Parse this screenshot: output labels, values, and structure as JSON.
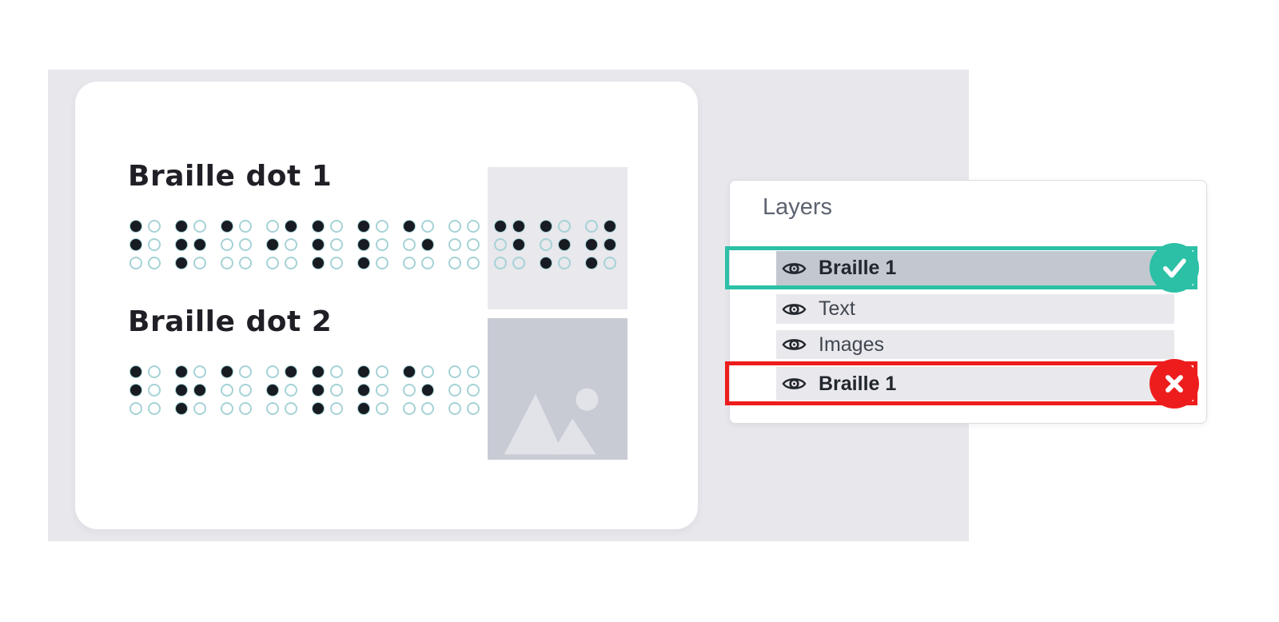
{
  "document": {
    "sections": [
      {
        "heading": "Braille dot 1",
        "braille_word": "braille dot",
        "cells": [
          {
            "letter": "b",
            "dots": [
              1,
              2
            ]
          },
          {
            "letter": "r",
            "dots": [
              1,
              2,
              3,
              5
            ]
          },
          {
            "letter": "a",
            "dots": [
              1
            ]
          },
          {
            "letter": "i",
            "dots": [
              2,
              4
            ]
          },
          {
            "letter": "l",
            "dots": [
              1,
              2,
              3
            ]
          },
          {
            "letter": "l",
            "dots": [
              1,
              2,
              3
            ]
          },
          {
            "letter": "e",
            "dots": [
              1,
              5
            ]
          },
          {
            "letter": " ",
            "dots": []
          },
          {
            "letter": "d",
            "dots": [
              1,
              4,
              5
            ]
          },
          {
            "letter": "o",
            "dots": [
              1,
              3,
              5
            ]
          },
          {
            "letter": "t",
            "dots": [
              2,
              3,
              4,
              5
            ]
          }
        ]
      },
      {
        "heading": "Braille dot 2",
        "braille_word": "braille",
        "cells": [
          {
            "letter": "b",
            "dots": [
              1,
              2
            ]
          },
          {
            "letter": "r",
            "dots": [
              1,
              2,
              3,
              5
            ]
          },
          {
            "letter": "a",
            "dots": [
              1
            ]
          },
          {
            "letter": "i",
            "dots": [
              2,
              4
            ]
          },
          {
            "letter": "l",
            "dots": [
              1,
              2,
              3
            ]
          },
          {
            "letter": "l",
            "dots": [
              1,
              2,
              3
            ]
          },
          {
            "letter": "e",
            "dots": [
              1,
              5
            ]
          },
          {
            "letter": " ",
            "dots": []
          }
        ]
      }
    ],
    "placeholders": [
      {
        "name": "image-placeholder-1",
        "style": "light",
        "icon": ""
      },
      {
        "name": "image-placeholder-2",
        "style": "dark",
        "icon": "image-placeholder-icon"
      }
    ]
  },
  "layers_panel": {
    "title": "Layers",
    "rows": [
      {
        "label": "Braille 1",
        "bold": true,
        "selected": true,
        "icon": "eye-icon",
        "annotation": "correct",
        "badge": "check-icon"
      },
      {
        "label": "Text",
        "bold": false,
        "selected": false,
        "icon": "eye-icon",
        "annotation": null,
        "badge": null
      },
      {
        "label": "Images",
        "bold": false,
        "selected": false,
        "icon": "eye-icon",
        "annotation": null,
        "badge": null
      },
      {
        "label": "Braille 1",
        "bold": true,
        "selected": false,
        "icon": "eye-icon",
        "annotation": "wrong",
        "badge": "x-icon"
      }
    ]
  },
  "colors": {
    "correct_accent": "#2cc0a6",
    "wrong_accent": "#ee1d1d",
    "braille_filled_dot": "#181b21",
    "braille_empty_dot_outline": "#a6d2d6",
    "selected_row_bg": "#c3c8d0",
    "row_bg": "#e9e9ed",
    "stage_bg": "#e7e7ec"
  }
}
